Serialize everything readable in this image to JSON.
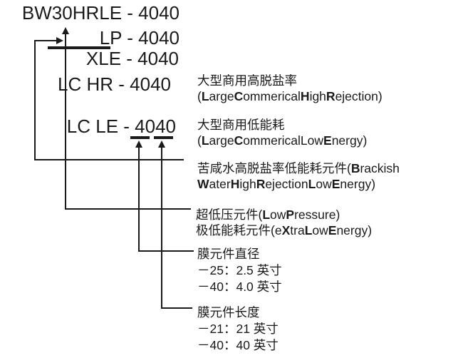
{
  "diagram": {
    "colors": {
      "ink": "#1a1a1a",
      "background": "#ffffff"
    },
    "models": [
      {
        "label": "BW30HRLE - 4040"
      },
      {
        "label": "LP - 4040"
      },
      {
        "label": "XLE - 4040"
      },
      {
        "label": "LC HR - 4040"
      },
      {
        "label": "LC LE - 4040"
      }
    ],
    "annotations": [
      {
        "zh": "大型商用高脱盐率",
        "en": [
          {
            "t": "(",
            "b": false
          },
          {
            "t": "L",
            "b": true
          },
          {
            "t": "arge",
            "b": false
          },
          {
            "t": "C",
            "b": true
          },
          {
            "t": "ommerical",
            "b": false
          },
          {
            "t": "H",
            "b": true
          },
          {
            "t": "igh",
            "b": false
          },
          {
            "t": "R",
            "b": true
          },
          {
            "t": "ejection)",
            "b": false
          }
        ]
      },
      {
        "zh": "大型商用低能耗",
        "en": [
          {
            "t": "(",
            "b": false
          },
          {
            "t": "L",
            "b": true
          },
          {
            "t": "arge",
            "b": false
          },
          {
            "t": "C",
            "b": true
          },
          {
            "t": "ommericalLow",
            "b": false
          },
          {
            "t": "E",
            "b": true
          },
          {
            "t": "nergy)",
            "b": false
          }
        ]
      }
    ],
    "callouts": [
      {
        "lines": [
          [
            {
              "t": "苦咸水高脱盐率低能耗元件(",
              "b": false
            },
            {
              "t": "B",
              "b": true
            },
            {
              "t": "rackish",
              "b": false
            }
          ],
          [
            {
              "t": "W",
              "b": true
            },
            {
              "t": "ater",
              "b": false
            },
            {
              "t": "H",
              "b": true
            },
            {
              "t": "igh",
              "b": false
            },
            {
              "t": "R",
              "b": true
            },
            {
              "t": "ejection",
              "b": false
            },
            {
              "t": "L",
              "b": true
            },
            {
              "t": "ow",
              "b": false
            },
            {
              "t": "E",
              "b": true
            },
            {
              "t": "nergy)",
              "b": false
            }
          ]
        ]
      },
      {
        "lines": [
          [
            {
              "t": "超低压元件(",
              "b": false
            },
            {
              "t": "L",
              "b": true
            },
            {
              "t": "ow",
              "b": false
            },
            {
              "t": "P",
              "b": true
            },
            {
              "t": "ressure)",
              "b": false
            }
          ],
          [
            {
              "t": "极低能耗元件(e",
              "b": false
            },
            {
              "t": "X",
              "b": true
            },
            {
              "t": "tra",
              "b": false
            },
            {
              "t": "L",
              "b": true
            },
            {
              "t": "ow",
              "b": false
            },
            {
              "t": "E",
              "b": true
            },
            {
              "t": "nergy)",
              "b": false
            }
          ]
        ]
      },
      {
        "lines": [
          [
            {
              "t": "膜元件直径",
              "b": false
            }
          ],
          [
            {
              "t": "－25：2.5 英寸",
              "b": false
            }
          ],
          [
            {
              "t": "－40：4.0 英寸",
              "b": false
            }
          ]
        ]
      },
      {
        "lines": [
          [
            {
              "t": "膜元件长度",
              "b": false
            }
          ],
          [
            {
              "t": "－21：21 英寸",
              "b": false
            }
          ],
          [
            {
              "t": "－40：40 英寸",
              "b": false
            }
          ]
        ]
      }
    ]
  }
}
